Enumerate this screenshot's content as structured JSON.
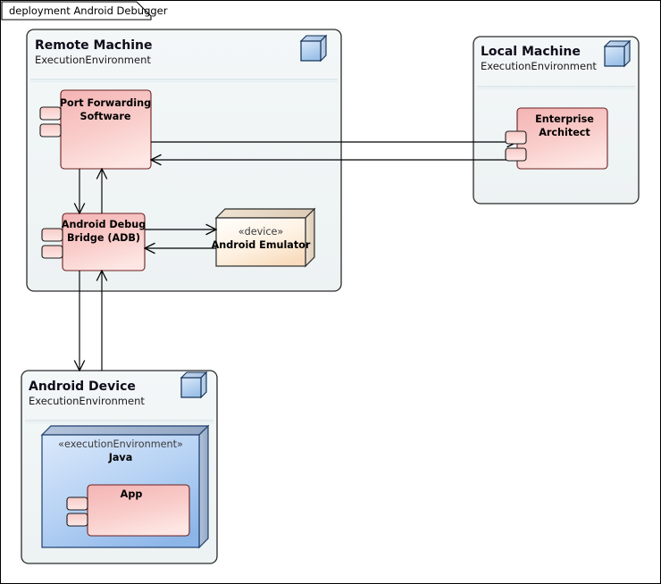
{
  "diagram": {
    "tab_label": "deployment Android Debugger",
    "background": "#ffffff",
    "border_color": "#000000"
  },
  "colors": {
    "node_fill_top": "#f2f6f7",
    "node_fill_bottom": "#eef3f4",
    "node_border": "#2b2b2b",
    "component_fill_top": "#f6bcbc",
    "component_fill_bottom": "#fce3e1",
    "component_border": "#6b2020",
    "device_fill_top": "#fffdfa",
    "device_fill_bottom": "#fbe0c4",
    "device_border": "#2b2b2b",
    "java_fill_top": "#cfe1f7",
    "java_fill_bottom": "#8fb8e8",
    "java_border": "#1f3f6e",
    "icon_fill": "#a8c8ea",
    "connector": "#000000"
  },
  "nodes": [
    {
      "id": "remote-machine",
      "title": "Remote Machine",
      "stereotype": "ExecutionEnvironment",
      "icon": "node-3d-icon"
    },
    {
      "id": "local-machine",
      "title": "Local Machine",
      "stereotype": "ExecutionEnvironment",
      "icon": "node-3d-icon"
    },
    {
      "id": "android-device",
      "title": "Android Device",
      "stereotype": "ExecutionEnvironment",
      "icon": "node-3d-icon"
    }
  ],
  "components": [
    {
      "id": "port-forwarding-software",
      "line1": "Port Forwarding",
      "line2": "Software",
      "parent": "remote-machine"
    },
    {
      "id": "android-debug-bridge",
      "line1": "Android Debug",
      "line2": "Bridge (ADB)",
      "parent": "remote-machine"
    },
    {
      "id": "enterprise-architect",
      "line1": "Enterprise",
      "line2": "Architect",
      "parent": "local-machine"
    },
    {
      "id": "app",
      "line1": "App",
      "line2": "",
      "parent": "java"
    }
  ],
  "devices": [
    {
      "id": "android-emulator",
      "stereotype": "«device»",
      "name": "Android Emulator",
      "parent": "remote-machine"
    }
  ],
  "environments": [
    {
      "id": "java",
      "stereotype": "«executionEnvironment»",
      "name": "Java",
      "parent": "android-device"
    }
  ],
  "connectors": [
    {
      "id": "pfs-to-ea",
      "from": "port-forwarding-software",
      "to": "enterprise-architect",
      "direction": "right"
    },
    {
      "id": "ea-to-pfs",
      "from": "enterprise-architect",
      "to": "port-forwarding-software",
      "direction": "left"
    },
    {
      "id": "pfs-to-adb",
      "from": "port-forwarding-software",
      "to": "android-debug-bridge",
      "direction": "down"
    },
    {
      "id": "adb-to-pfs",
      "from": "android-debug-bridge",
      "to": "port-forwarding-software",
      "direction": "up"
    },
    {
      "id": "adb-to-emulator",
      "from": "android-debug-bridge",
      "to": "android-emulator",
      "direction": "right"
    },
    {
      "id": "emulator-to-adb",
      "from": "android-emulator",
      "to": "android-debug-bridge",
      "direction": "left"
    },
    {
      "id": "adb-to-device",
      "from": "android-debug-bridge",
      "to": "android-device",
      "direction": "down"
    },
    {
      "id": "device-to-adb",
      "from": "android-device",
      "to": "android-debug-bridge",
      "direction": "up"
    }
  ]
}
